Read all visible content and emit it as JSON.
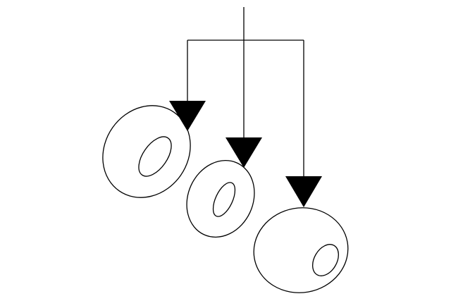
{
  "diagram": {
    "style": "black line drawing on white",
    "line_color": "#000000",
    "background_color": "#ffffff",
    "elements": [
      {
        "kind": "trunk-line"
      },
      {
        "kind": "branch-bar"
      },
      {
        "kind": "arrow",
        "target": "large-ring"
      },
      {
        "kind": "arrow",
        "target": "small-ring"
      },
      {
        "kind": "arrow",
        "target": "round-body"
      },
      {
        "kind": "shape",
        "name": "large-ring"
      },
      {
        "kind": "shape",
        "name": "small-ring"
      },
      {
        "kind": "shape",
        "name": "round-body"
      }
    ]
  }
}
